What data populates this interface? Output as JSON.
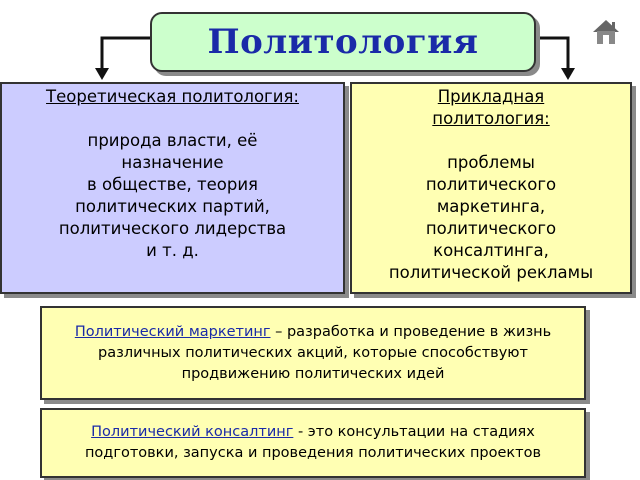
{
  "title": "Политология",
  "left": {
    "heading": "Теоретическая политология:",
    "text": "природа власти, её\nназначение\nв обществе, теория\nполитических партий,\nполитического лидерства\nи т. д."
  },
  "right": {
    "heading": "Прикладная\nполитология:",
    "text": "проблемы\nполитического\nмаркетинга,\nполитического\nконсалтинга,\nполитической рекламы"
  },
  "definitions": [
    {
      "term": "Политический маркетинг",
      "text": " – разработка и проведение в жизнь различных политических акций, которые способствуют продвижению политических идей"
    },
    {
      "term": "Политический консалтинг",
      "text": " - это консультации на стадиях подготовки, запуска и проведения политических проектов"
    }
  ],
  "colors": {
    "title_bg": "#ccffcc",
    "title_text": "#1a2aa8",
    "left_bg": "#ccccff",
    "right_bg": "#ffffb3",
    "term_text": "#1a2aa8"
  },
  "icons": [
    "home-icon"
  ]
}
